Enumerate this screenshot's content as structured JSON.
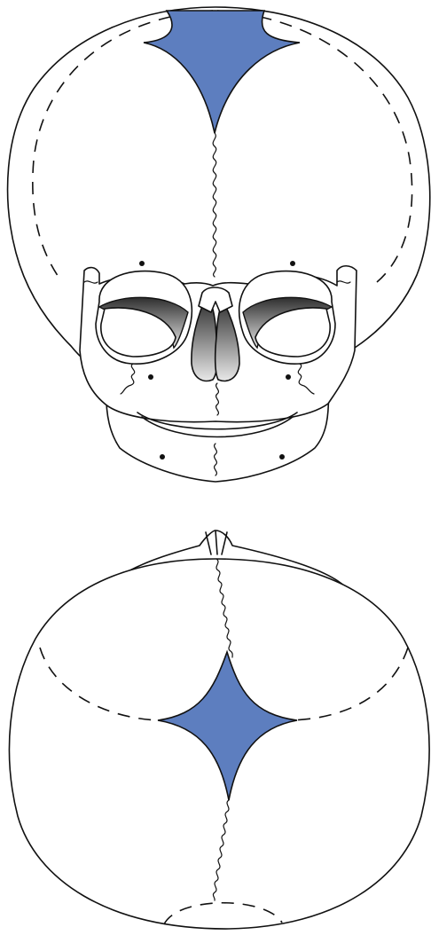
{
  "diagram": {
    "views": [
      {
        "view": "frontal",
        "structures": [
          "cranium",
          "anterior-fontanelle",
          "frontal-suture",
          "coronal-suture",
          "orbits",
          "nasal-cavity",
          "maxilla",
          "mandible",
          "mental-suture"
        ]
      },
      {
        "view": "superior",
        "structures": [
          "cranium",
          "anterior-fontanelle",
          "sagittal-suture",
          "coronal-suture",
          "lambdoid-suture",
          "frontal-suture",
          "nasal-bones"
        ]
      }
    ],
    "colors": {
      "fontanelle_fill": "#5d7ebf",
      "outline": "#111111",
      "background": "#ffffff",
      "cavity_dark": "#2e2e2e",
      "cavity_light": "#e4e4e4"
    }
  }
}
